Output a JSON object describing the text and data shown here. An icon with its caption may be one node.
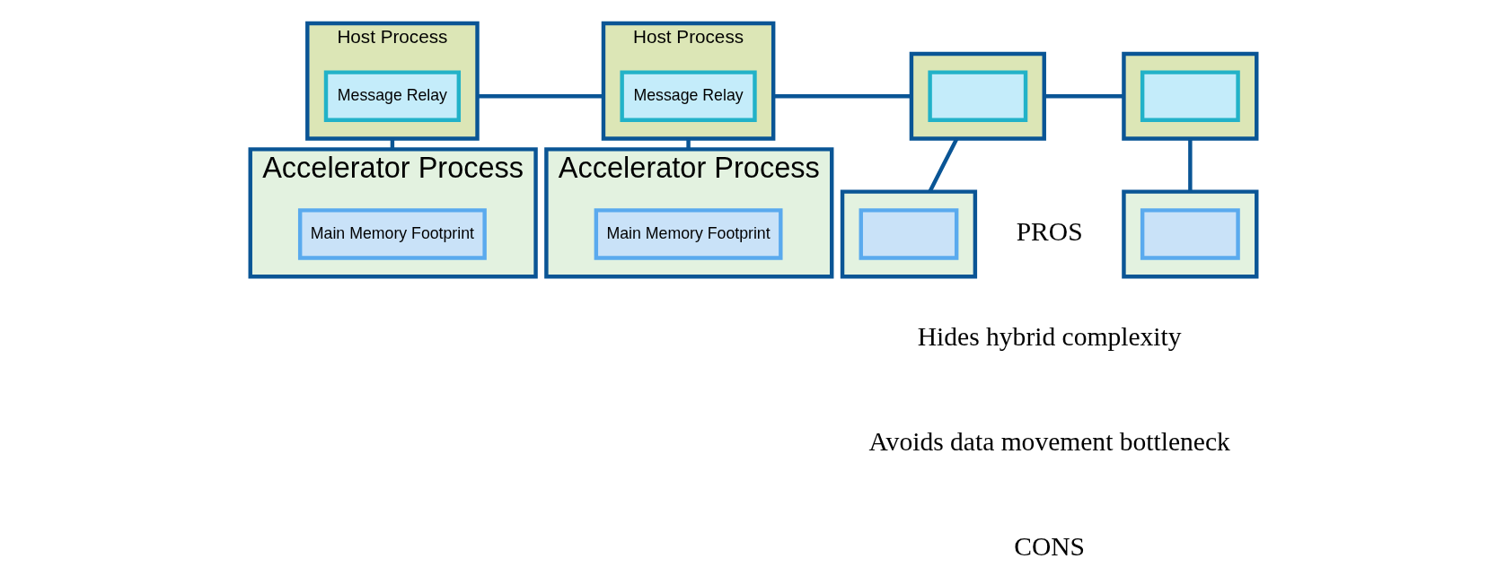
{
  "diagram": {
    "nodes": [
      {
        "text": [
          "Host Process"
        ]
      },
      {
        "text": [
          "Message Relay"
        ],
        "in": 0
      },
      {
        "text": [
          "Accelerator Process"
        ]
      },
      {
        "text": [
          "Main Memory Footprint"
        ],
        "in": 2
      },
      {
        "text": [
          "Host Process"
        ]
      },
      {
        "text": [
          "Message Relay"
        ],
        "in": 4
      },
      {
        "text": [
          "Accelerator Process"
        ]
      },
      {
        "text": [
          "Main Memory Footprint"
        ],
        "in": 6
      },
      {
        "text": [],
        "shape": "box"
      },
      {
        "text": [],
        "shape": "box",
        "in": 8
      },
      {
        "text": [],
        "shape": "box"
      },
      {
        "text": [],
        "shape": "box",
        "in": 10
      },
      {
        "text": [],
        "shape": "box"
      },
      {
        "text": [],
        "shape": "box",
        "in": 12
      },
      {
        "text": [],
        "shape": "box"
      },
      {
        "text": [],
        "shape": "box",
        "in": 14
      }
    ],
    "edges": [
      {
        "from": 0,
        "to": 4,
        "arrow": "none"
      },
      {
        "from": 4,
        "to": 8,
        "arrow": "none"
      },
      {
        "from": 8,
        "to": 10,
        "arrow": "none"
      },
      {
        "from": 0,
        "to": 2,
        "arrow": "none"
      },
      {
        "from": 4,
        "to": 6,
        "arrow": "none"
      },
      {
        "from": 8,
        "to": 12,
        "arrow": "none"
      },
      {
        "from": 10,
        "to": 14,
        "arrow": "none"
      }
    ],
    "labels": [
      "PROS",
      "Hides hybrid complexity",
      "Avoids data movement bottleneck",
      "CONS"
    ]
  }
}
